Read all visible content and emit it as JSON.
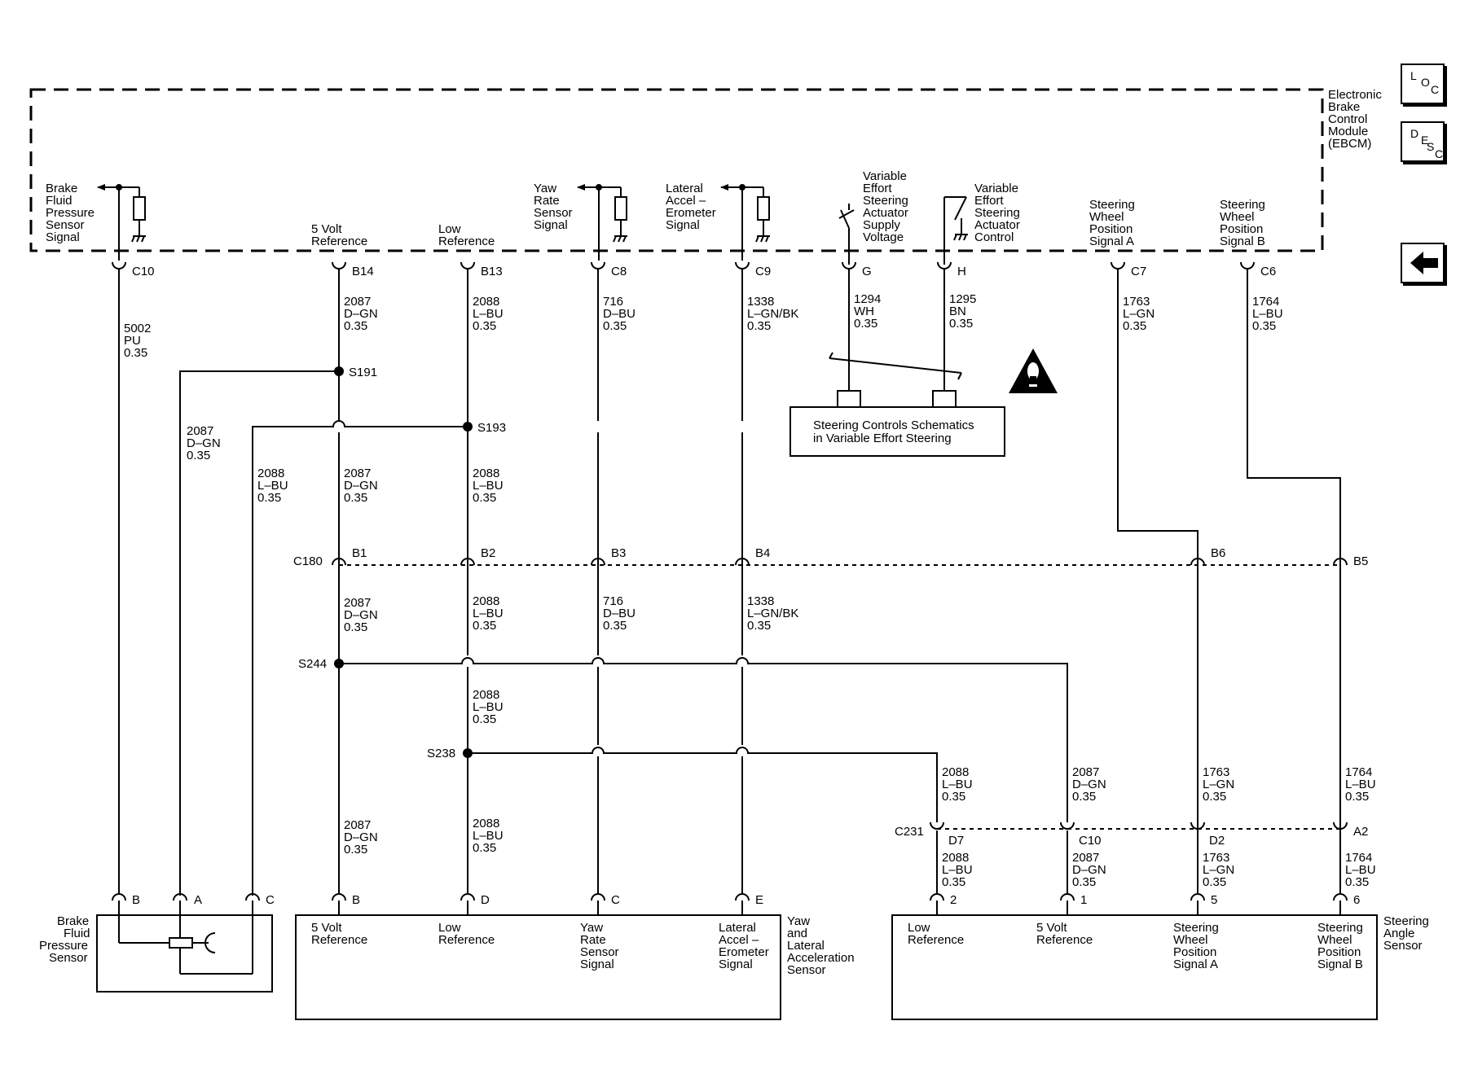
{
  "module": {
    "lines": [
      "Electronic",
      "Brake",
      "Control",
      "Module",
      "(EBCM)"
    ]
  },
  "nav": {
    "loc": [
      "L",
      "O",
      "C"
    ],
    "desc": [
      "D",
      "E",
      "S",
      "C"
    ]
  },
  "ebcm_labels": {
    "brake_fluid": [
      "Brake",
      "Fluid",
      "Pressure",
      "Sensor",
      "Signal"
    ],
    "five_volt": [
      "5 Volt",
      "Reference"
    ],
    "low_ref": [
      "Low",
      "Reference"
    ],
    "yaw": [
      "Yaw",
      "Rate",
      "Sensor",
      "Signal"
    ],
    "lateral": [
      "Lateral",
      "Accel –",
      "Erometer",
      "Signal"
    ],
    "ve_supply": [
      "Variable",
      "Effort",
      "Steering",
      "Actuator",
      "Supply",
      "Voltage"
    ],
    "ve_control": [
      "Variable",
      "Effort",
      "Steering",
      "Actuator",
      "Control"
    ],
    "swp_a": [
      "Steering",
      "Wheel",
      "Position",
      "Signal A"
    ],
    "swp_b": [
      "Steering",
      "Wheel",
      "Position",
      "Signal B"
    ]
  },
  "pins_top": [
    "C10",
    "B14",
    "B13",
    "C8",
    "C9",
    "G",
    "H",
    "C7",
    "C6"
  ],
  "wires_top": {
    "c10": [
      "5002",
      "PU",
      "0.35"
    ],
    "b14": [
      "2087",
      "D–GN",
      "0.35"
    ],
    "b13": [
      "2088",
      "L–BU",
      "0.35"
    ],
    "c8": [
      "716",
      "D–BU",
      "0.35"
    ],
    "c9": [
      "1338",
      "L–GN/BK",
      "0.35"
    ],
    "g": [
      "1294",
      "WH",
      "0.35"
    ],
    "h": [
      "1295",
      "BN",
      "0.35"
    ],
    "c7": [
      "1763",
      "L–GN",
      "0.35"
    ],
    "c6": [
      "1764",
      "L–BU",
      "0.35"
    ]
  },
  "splices": [
    "S191",
    "S193",
    "S244",
    "S238"
  ],
  "wires_mid": {
    "a_feed": [
      "2087",
      "D–GN",
      "0.35"
    ],
    "c_feed": [
      "2088",
      "L–BU",
      "0.35"
    ],
    "v5_mid": [
      "2087",
      "D–GN",
      "0.35"
    ],
    "low_mid": [
      "2088",
      "L–BU",
      "0.35"
    ]
  },
  "c180": {
    "name": "C180",
    "pins": [
      "B1",
      "B2",
      "B3",
      "B4",
      "B6",
      "B5"
    ]
  },
  "wires_below_c180": {
    "v5": [
      "2087",
      "D–GN",
      "0.35"
    ],
    "low": [
      "2088",
      "L–BU",
      "0.35"
    ],
    "yaw": [
      "716",
      "D–BU",
      "0.35"
    ],
    "lat": [
      "1338",
      "L–GN/BK",
      "0.35"
    ],
    "low_branch": [
      "2088",
      "L–BU",
      "0.35"
    ]
  },
  "c231": {
    "name": "C231",
    "pins": [
      "D7",
      "C10",
      "D2",
      "A2"
    ]
  },
  "wires_above_c231": {
    "d7": [
      "2088",
      "L–BU",
      "0.35"
    ],
    "c10": [
      "2087",
      "D–GN",
      "0.35"
    ],
    "d2": [
      "1763",
      "L–GN",
      "0.35"
    ],
    "a2": [
      "1764",
      "L–BU",
      "0.35"
    ]
  },
  "wires_below_c231": {
    "d7": [
      "2088",
      "L–BU",
      "0.35"
    ],
    "c10": [
      "2087",
      "D–GN",
      "0.35"
    ],
    "d2": [
      "1763",
      "L–GN",
      "0.35"
    ],
    "a2": [
      "1764",
      "L–BU",
      "0.35"
    ]
  },
  "wires_bottom": {
    "v5": [
      "2087",
      "D–GN",
      "0.35"
    ],
    "low": [
      "2088",
      "L–BU",
      "0.35"
    ]
  },
  "steering_controls": [
    "Steering Controls Schematics",
    "in Variable Effort Steering"
  ],
  "brake_sensor": {
    "name": [
      "Brake",
      "Fluid",
      "Pressure",
      "Sensor"
    ],
    "pins": [
      "B",
      "A",
      "C"
    ]
  },
  "yaw_sensor": {
    "name": [
      "Yaw",
      "and",
      "Lateral",
      "Acceleration",
      "Sensor"
    ],
    "pins": [
      "B",
      "D",
      "C",
      "E"
    ],
    "five_volt": [
      "5 Volt",
      "Reference"
    ],
    "low_ref": [
      "Low",
      "Reference"
    ],
    "yaw": [
      "Yaw",
      "Rate",
      "Sensor",
      "Signal"
    ],
    "lateral": [
      "Lateral",
      "Accel –",
      "Erometer",
      "Signal"
    ]
  },
  "angle_sensor": {
    "name": [
      "Steering",
      "Angle",
      "Sensor"
    ],
    "pins": [
      "2",
      "1",
      "5",
      "6"
    ],
    "low_ref": [
      "Low",
      "Reference"
    ],
    "five_volt": [
      "5 Volt",
      "Reference"
    ],
    "swp_a": [
      "Steering",
      "Wheel",
      "Position",
      "Signal A"
    ],
    "swp_b": [
      "Steering",
      "Wheel",
      "Position",
      "Signal B"
    ]
  },
  "colors": {
    "line": "#000000",
    "background": "#ffffff"
  }
}
